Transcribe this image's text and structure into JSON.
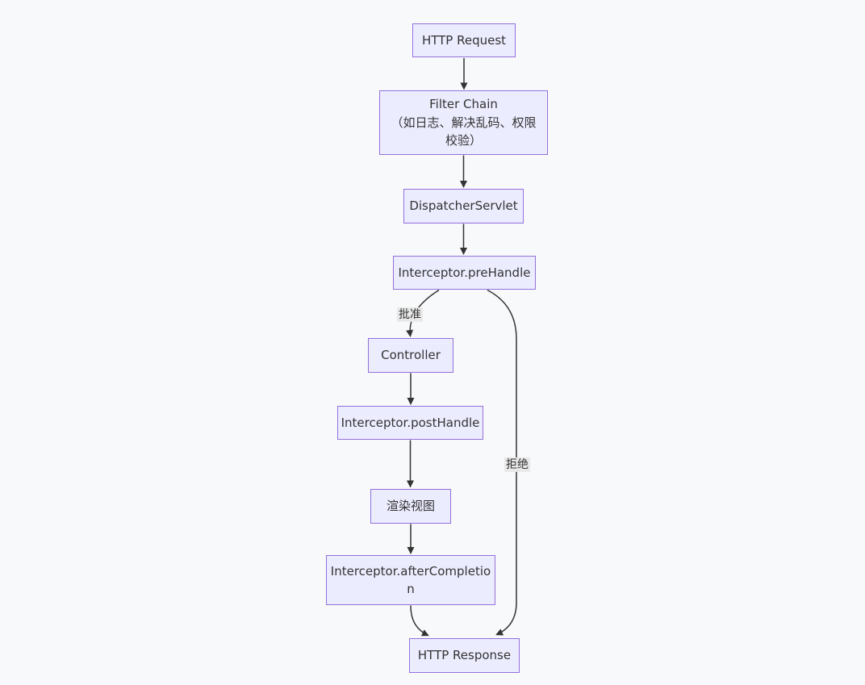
{
  "nodes": {
    "http_request": {
      "label": "HTTP Request"
    },
    "filter_chain": {
      "lines": [
        "Filter Chain",
        "（如日志、解决乱码、权限",
        "校验）"
      ]
    },
    "dispatcher_servlet": {
      "label": "DispatcherServlet"
    },
    "interceptor_prehandle": {
      "label": "Interceptor.preHandle"
    },
    "controller": {
      "label": "Controller"
    },
    "interceptor_posthandle": {
      "label": "Interceptor.postHandle"
    },
    "render_view": {
      "label": "渲染视图"
    },
    "interceptor_aftercompletion": {
      "lines": [
        "Interceptor.afterCompletio",
        "n"
      ]
    },
    "http_response": {
      "label": "HTTP Response"
    }
  },
  "edges": {
    "approve_label": "批准",
    "reject_label": "拒绝"
  },
  "colors": {
    "background": "#f8f9fa",
    "node_fill": "#ececff",
    "node_border": "#9370db",
    "edge_stroke": "#333333",
    "edge_label_bg": "#e8e8e8",
    "text": "#333333"
  }
}
